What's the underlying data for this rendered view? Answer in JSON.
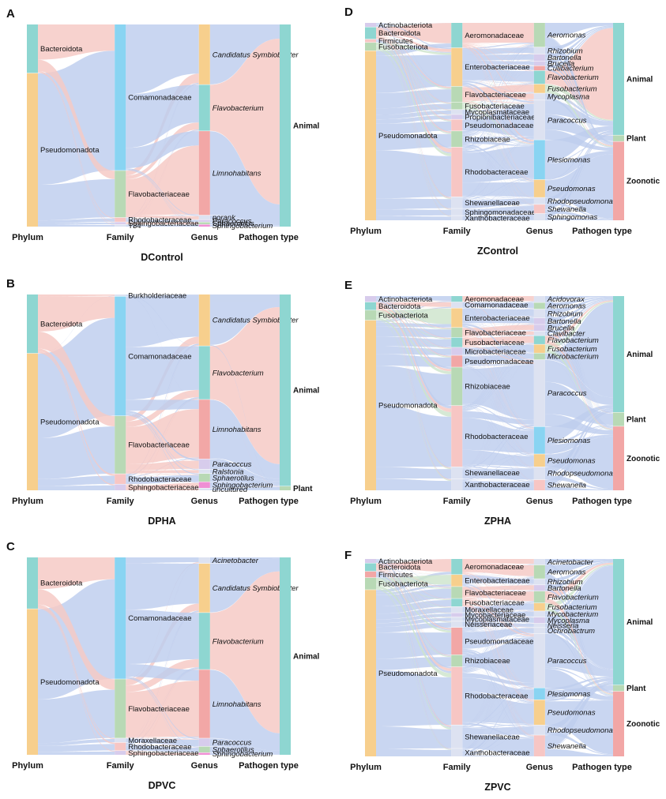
{
  "column_headers": [
    "Phylum",
    "Family",
    "Genus",
    "Pathogen type"
  ],
  "colors": {
    "flow_blue": "#b9c9ec",
    "flow_pink": "#f4c4c0",
    "flow_green": "#c9e2c8",
    "teal": "#8ed6d1",
    "orange": "#f7cf8d",
    "blue": "#89d4f2",
    "green": "#b8d9b5",
    "red": "#f2a7a6",
    "pink": "#f7c6c4",
    "lavender": "#d7ccec",
    "light": "#dde2f1",
    "magenta": "#ef8fd4"
  },
  "panels": [
    {
      "letter": "A",
      "title": "DControl",
      "phylum": [
        {
          "label": "Bacteroidota",
          "weight": 24,
          "color": "teal"
        },
        {
          "label": "Pseudomonadota",
          "weight": 76,
          "color": "orange"
        }
      ],
      "family": [
        {
          "label": "Comamonadaceae",
          "weight": 72,
          "color": "blue"
        },
        {
          "label": "Flavobacteriaceae",
          "weight": 23,
          "color": "green"
        },
        {
          "label": "Rhodobacteraceae",
          "weight": 2,
          "color": "pink"
        },
        {
          "label": "Sphingobacteriaceae",
          "weight": 1,
          "color": "lavender"
        },
        {
          "label": "T34",
          "weight": 1,
          "color": "light"
        }
      ],
      "genus": [
        {
          "label": "Candidatus Symbiobacter",
          "weight": 30,
          "color": "orange",
          "italic": true
        },
        {
          "label": "Flavobacterium",
          "weight": 23,
          "color": "teal",
          "italic": true
        },
        {
          "label": "Limnohabitans",
          "weight": 42,
          "color": "red",
          "italic": true
        },
        {
          "label": "norank",
          "weight": 2,
          "color": "light",
          "italic": true
        },
        {
          "label": "Paracoccus",
          "weight": 1,
          "color": "lavender",
          "italic": true
        },
        {
          "label": "Sphaerotilus",
          "weight": 1,
          "color": "green",
          "italic": true
        },
        {
          "label": "Sphingobacterium",
          "weight": 1,
          "color": "magenta",
          "italic": true
        }
      ],
      "pathogen": [
        {
          "label": "Animal",
          "weight": 100,
          "color": "teal"
        }
      ]
    },
    {
      "letter": "B",
      "title": "DPHA",
      "phylum": [
        {
          "label": "Bacteroidota",
          "weight": 30,
          "color": "teal"
        },
        {
          "label": "Pseudomonadota",
          "weight": 70,
          "color": "orange"
        }
      ],
      "family": [
        {
          "label": "Burkholderiaceae",
          "weight": 0.8,
          "color": "light"
        },
        {
          "label": "Comamonadaceae",
          "weight": 60,
          "color": "blue"
        },
        {
          "label": "Flavobacteriaceae",
          "weight": 29,
          "color": "green"
        },
        {
          "label": "Rhodobacteraceae",
          "weight": 5,
          "color": "pink"
        },
        {
          "label": "Sphingobacteriaceae",
          "weight": 3,
          "color": "lavender"
        }
      ],
      "genus": [
        {
          "label": "Candidatus Symbiobacter",
          "weight": 26,
          "color": "orange",
          "italic": true
        },
        {
          "label": "Flavobacterium",
          "weight": 27,
          "color": "teal",
          "italic": true
        },
        {
          "label": "Limnohabitans",
          "weight": 30,
          "color": "red",
          "italic": true
        },
        {
          "label": "Paracoccus",
          "weight": 5,
          "color": "lavender",
          "italic": true
        },
        {
          "label": "Ralstonia",
          "weight": 2,
          "color": "light",
          "italic": true
        },
        {
          "label": "Sphaerotilus",
          "weight": 4,
          "color": "green",
          "italic": true
        },
        {
          "label": "Sphingobacterium",
          "weight": 3,
          "color": "magenta",
          "italic": true
        },
        {
          "label": "uncultured",
          "weight": 1,
          "color": "light",
          "italic": true
        }
      ],
      "pathogen": [
        {
          "label": "Animal",
          "weight": 98,
          "color": "teal"
        },
        {
          "label": "Plant",
          "weight": 2,
          "color": "green"
        }
      ]
    },
    {
      "letter": "C",
      "title": "DPVC",
      "phylum": [
        {
          "label": "Bacteroidota",
          "weight": 26,
          "color": "teal"
        },
        {
          "label": "Pseudomonadota",
          "weight": 74,
          "color": "orange"
        }
      ],
      "family": [
        {
          "label": "Comamonadaceae",
          "weight": 62,
          "color": "blue"
        },
        {
          "label": "Flavobacteriaceae",
          "weight": 30,
          "color": "green"
        },
        {
          "label": "Moraxellaceae",
          "weight": 2,
          "color": "light"
        },
        {
          "label": "Rhodobacteraceae",
          "weight": 4,
          "color": "pink"
        },
        {
          "label": "Sphingobacteriaceae",
          "weight": 2,
          "color": "lavender"
        }
      ],
      "genus": [
        {
          "label": "Acinetobacter",
          "weight": 3,
          "color": "light",
          "italic": true
        },
        {
          "label": "Candidatus Symbiobacter",
          "weight": 25,
          "color": "orange",
          "italic": true
        },
        {
          "label": "Flavobacterium",
          "weight": 29,
          "color": "teal",
          "italic": true
        },
        {
          "label": "Limnohabitans",
          "weight": 35,
          "color": "red",
          "italic": true
        },
        {
          "label": "Paracoccus",
          "weight": 4,
          "color": "lavender",
          "italic": true
        },
        {
          "label": "Sphaerotilus",
          "weight": 3,
          "color": "green",
          "italic": true
        },
        {
          "label": "Sphingobacterium",
          "weight": 1,
          "color": "magenta",
          "italic": true
        }
      ],
      "pathogen": [
        {
          "label": "Animal",
          "weight": 100,
          "color": "teal"
        }
      ]
    },
    {
      "letter": "D",
      "title": "ZControl",
      "phylum": [
        {
          "label": "Actinobacteriota",
          "weight": 2,
          "color": "lavender"
        },
        {
          "label": "Bacteroidota",
          "weight": 6,
          "color": "teal"
        },
        {
          "label": "Firmicutes",
          "weight": 1.5,
          "color": "pink"
        },
        {
          "label": "Fusobacteriota",
          "weight": 4,
          "color": "green"
        },
        {
          "label": "Pseudomonadota",
          "weight": 86.5,
          "color": "orange"
        }
      ],
      "family": [
        {
          "label": "Aeromonadaceae",
          "weight": 11,
          "color": "teal"
        },
        {
          "label": "Enterobacteriaceae",
          "weight": 17,
          "color": "orange"
        },
        {
          "label": "Flavobacteriaceae",
          "weight": 7,
          "color": "green"
        },
        {
          "label": "Fusobacteriaceae",
          "weight": 3,
          "color": "green"
        },
        {
          "label": "Mycoplasmataceae",
          "weight": 2,
          "color": "light"
        },
        {
          "label": "Propionibacteriaceae",
          "weight": 2,
          "color": "lavender"
        },
        {
          "label": "Pseudomonadaceae",
          "weight": 5,
          "color": "pink"
        },
        {
          "label": "Rhizobiaceae",
          "weight": 7,
          "color": "green"
        },
        {
          "label": "Rhodobacteraceae",
          "weight": 22,
          "color": "pink"
        },
        {
          "label": "Shewanellaceae",
          "weight": 5,
          "color": "light"
        },
        {
          "label": "Sphingomonadaceae",
          "weight": 3,
          "color": "light"
        },
        {
          "label": "Xanthobacteraceae",
          "weight": 2,
          "color": "light"
        }
      ],
      "genus": [
        {
          "label": "Aeromonas",
          "weight": 11,
          "color": "green",
          "italic": true
        },
        {
          "label": "Rhizobium",
          "weight": 3,
          "color": "light",
          "italic": true
        },
        {
          "label": "Bartonella",
          "weight": 3,
          "color": "lavender",
          "italic": true
        },
        {
          "label": "Brucella",
          "weight": 2,
          "color": "lavender",
          "italic": true
        },
        {
          "label": "Cutibacterium",
          "weight": 2,
          "color": "red",
          "italic": true
        },
        {
          "label": "Flavobacterium",
          "weight": 6,
          "color": "teal",
          "italic": true
        },
        {
          "label": "Fusobacterium",
          "weight": 4,
          "color": "orange",
          "italic": true
        },
        {
          "label": "Mycoplasma",
          "weight": 3,
          "color": "light",
          "italic": true
        },
        {
          "label": "Paracoccus",
          "weight": 18,
          "color": "light",
          "italic": true
        },
        {
          "label": "Plesiomonas",
          "weight": 18,
          "color": "blue",
          "italic": true
        },
        {
          "label": "Pseudomonas",
          "weight": 8,
          "color": "orange",
          "italic": true
        },
        {
          "label": "Rhodopseudomonas",
          "weight": 3,
          "color": "light",
          "italic": true
        },
        {
          "label": "Shewanella",
          "weight": 4,
          "color": "pink",
          "italic": true
        },
        {
          "label": "Sphingomonas",
          "weight": 3,
          "color": "light",
          "italic": true
        }
      ],
      "pathogen": [
        {
          "label": "Animal",
          "weight": 57,
          "color": "teal"
        },
        {
          "label": "Plant",
          "weight": 3,
          "color": "green"
        },
        {
          "label": "Zoonotic",
          "weight": 40,
          "color": "red"
        }
      ]
    },
    {
      "letter": "E",
      "title": "ZPHA",
      "phylum": [
        {
          "label": "Actinobacteriota",
          "weight": 3,
          "color": "lavender"
        },
        {
          "label": "Bacteroidota",
          "weight": 4,
          "color": "teal"
        },
        {
          "label": "Fusobacteriota",
          "weight": 5,
          "color": "green"
        },
        {
          "label": "Pseudomonadota",
          "weight": 88,
          "color": "orange"
        }
      ],
      "family": [
        {
          "label": "Aeromonadaceae",
          "weight": 3,
          "color": "teal"
        },
        {
          "label": "Comamonadaceae",
          "weight": 3,
          "color": "light"
        },
        {
          "label": "Enterobacteriaceae",
          "weight": 10,
          "color": "orange"
        },
        {
          "label": "Flavobacteriaceae",
          "weight": 5,
          "color": "green"
        },
        {
          "label": "Fusobacteriaceae",
          "weight": 5,
          "color": "teal"
        },
        {
          "label": "Microbacteriaceae",
          "weight": 4,
          "color": "lavender"
        },
        {
          "label": "Pseudomonadaceae",
          "weight": 6,
          "color": "red"
        },
        {
          "label": "Rhizobiaceae",
          "weight": 20,
          "color": "green"
        },
        {
          "label": "Rhodobacteraceae",
          "weight": 32,
          "color": "pink"
        },
        {
          "label": "Shewanellaceae",
          "weight": 6,
          "color": "light"
        },
        {
          "label": "Xanthobacteraceae",
          "weight": 6,
          "color": "light"
        }
      ],
      "genus": [
        {
          "label": "Acidovorax",
          "weight": 3,
          "color": "light",
          "italic": true
        },
        {
          "label": "Aeromonas",
          "weight": 3,
          "color": "green",
          "italic": true
        },
        {
          "label": "Rhizobium",
          "weight": 4,
          "color": "light",
          "italic": true
        },
        {
          "label": "Bartonella",
          "weight": 3,
          "color": "lavender",
          "italic": true
        },
        {
          "label": "Brucella",
          "weight": 3,
          "color": "lavender",
          "italic": true
        },
        {
          "label": "Clavibacter",
          "weight": 2,
          "color": "light",
          "italic": true
        },
        {
          "label": "Flavobacterium",
          "weight": 4,
          "color": "teal",
          "italic": true
        },
        {
          "label": "Fusobacterium",
          "weight": 4,
          "color": "orange",
          "italic": true
        },
        {
          "label": "Microbacterium",
          "weight": 3,
          "color": "green",
          "italic": true
        },
        {
          "label": "Paracoccus",
          "weight": 32,
          "color": "light",
          "italic": true
        },
        {
          "label": "Plesiomonas",
          "weight": 13,
          "color": "blue",
          "italic": true
        },
        {
          "label": "Pseudomonas",
          "weight": 6,
          "color": "orange",
          "italic": true
        },
        {
          "label": "Rhodopseudomonas",
          "weight": 6,
          "color": "light",
          "italic": true
        },
        {
          "label": "Shewanella",
          "weight": 5,
          "color": "pink",
          "italic": true
        }
      ],
      "pathogen": [
        {
          "label": "Animal",
          "weight": 60,
          "color": "teal"
        },
        {
          "label": "Plant",
          "weight": 7,
          "color": "green"
        },
        {
          "label": "Zoonotic",
          "weight": 33,
          "color": "red"
        }
      ]
    },
    {
      "letter": "F",
      "title": "ZPVC",
      "phylum": [
        {
          "label": "Actinobacteriota",
          "weight": 2,
          "color": "lavender"
        },
        {
          "label": "Bacteroidota",
          "weight": 4,
          "color": "teal"
        },
        {
          "label": "Firmicutes",
          "weight": 3,
          "color": "red"
        },
        {
          "label": "Fusobacteriota",
          "weight": 6,
          "color": "green"
        },
        {
          "label": "Pseudomonadota",
          "weight": 85,
          "color": "orange"
        }
      ],
      "family": [
        {
          "label": "Aeromonadaceae",
          "weight": 8,
          "color": "teal"
        },
        {
          "label": "Enterobacteriaceae",
          "weight": 6,
          "color": "orange"
        },
        {
          "label": "Flavobacteriaceae",
          "weight": 6,
          "color": "green"
        },
        {
          "label": "Fusobacteriaceae",
          "weight": 4,
          "color": "teal"
        },
        {
          "label": "Moraxellaceae",
          "weight": 3,
          "color": "light"
        },
        {
          "label": "Mycobacteriaceae",
          "weight": 2,
          "color": "lavender"
        },
        {
          "label": "Mycoplasmataceae",
          "weight": 2,
          "color": "light"
        },
        {
          "label": "Neisseriaceae",
          "weight": 3,
          "color": "light"
        },
        {
          "label": "Pseudomonadaceae",
          "weight": 14,
          "color": "red"
        },
        {
          "label": "Rhizobiaceae",
          "weight": 6,
          "color": "green"
        },
        {
          "label": "Rhodobacteraceae",
          "weight": 30,
          "color": "pink"
        },
        {
          "label": "Shewanellaceae",
          "weight": 12,
          "color": "light"
        },
        {
          "label": "Xanthobacteraceae",
          "weight": 4,
          "color": "light"
        }
      ],
      "genus": [
        {
          "label": "Acinetobacter",
          "weight": 3,
          "color": "light",
          "italic": true
        },
        {
          "label": "Aeromonas",
          "weight": 7,
          "color": "green",
          "italic": true
        },
        {
          "label": "Rhizobium",
          "weight": 3,
          "color": "light",
          "italic": true
        },
        {
          "label": "Bartonella",
          "weight": 3,
          "color": "lavender",
          "italic": true
        },
        {
          "label": "Flavobacterium",
          "weight": 6,
          "color": "green",
          "italic": true
        },
        {
          "label": "Fusobacterium",
          "weight": 4,
          "color": "orange",
          "italic": true
        },
        {
          "label": "Mycobacterium",
          "weight": 3,
          "color": "light",
          "italic": true
        },
        {
          "label": "Mycoplasma",
          "weight": 3,
          "color": "lavender",
          "italic": true
        },
        {
          "label": "Neisseria",
          "weight": 2,
          "color": "light",
          "italic": true
        },
        {
          "label": "Ochrobactrum",
          "weight": 3,
          "color": "light",
          "italic": true
        },
        {
          "label": "Paracoccus",
          "weight": 28,
          "color": "light",
          "italic": true
        },
        {
          "label": "Plesiomonas",
          "weight": 6,
          "color": "blue",
          "italic": true
        },
        {
          "label": "Pseudomonas",
          "weight": 13,
          "color": "orange",
          "italic": true
        },
        {
          "label": "Rhodopseudomonas",
          "weight": 5,
          "color": "light",
          "italic": true
        },
        {
          "label": "Shewanella",
          "weight": 11,
          "color": "pink",
          "italic": true
        }
      ],
      "pathogen": [
        {
          "label": "Animal",
          "weight": 64,
          "color": "teal"
        },
        {
          "label": "Plant",
          "weight": 3,
          "color": "green"
        },
        {
          "label": "Zoonotic",
          "weight": 33,
          "color": "red"
        }
      ]
    }
  ]
}
